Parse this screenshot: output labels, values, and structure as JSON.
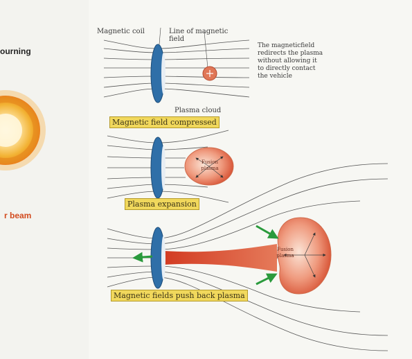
{
  "side": {
    "burning": "ourning",
    "beam": "r beam"
  },
  "labels": {
    "magnetic_coil": "Magnetic coil",
    "field_line_1": "Line of magnetic",
    "field_line_2": "field",
    "note_1": "The magneticfield",
    "note_2": "redirects the plasma",
    "note_3": "without allowing it",
    "note_4": "to directly contact",
    "note_5": "the vehicle",
    "plasma_cloud": "Plasma cloud"
  },
  "stages": {
    "compressed": "Magnetic field compressed",
    "expansion": "Plasma expansion",
    "pushback": "Magnetic fields push back plasma"
  },
  "plasma": {
    "fusion_1": "Fusion",
    "fusion_2": "plasma"
  },
  "colors": {
    "coil": "#2f6fa8",
    "plasma": "#d9583a",
    "arrow_green": "#2a9a3c",
    "stage_box": "#f1d85c",
    "side_red": "#d24a1e"
  },
  "icons": [
    "sun-burst-icon",
    "coil-icon",
    "arrow-icon"
  ]
}
